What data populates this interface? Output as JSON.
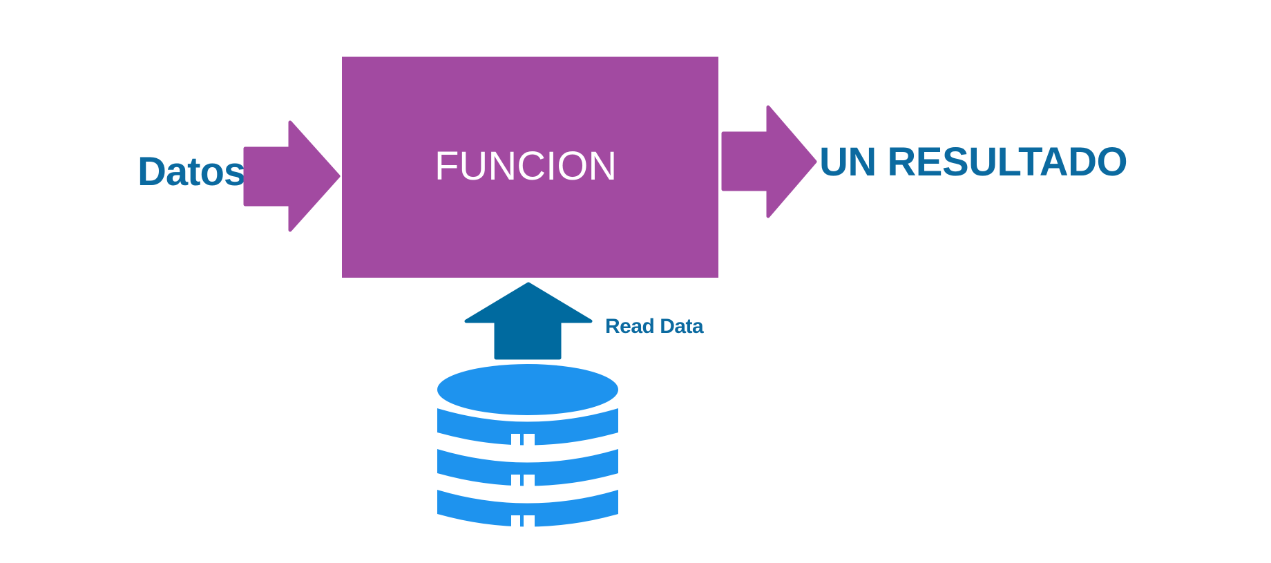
{
  "diagram": {
    "input_label": "Datos",
    "function_label": "FUNCION",
    "output_label": "UN RESULTADO",
    "source_label": "Read Data"
  },
  "colors": {
    "function_box": "#a24aa1",
    "flow_arrows": "#a24aa1",
    "read_arrow": "#006a9f",
    "database": "#1e93ee",
    "text": "#0b6aa0"
  },
  "icons": {
    "source": "database-icon"
  }
}
